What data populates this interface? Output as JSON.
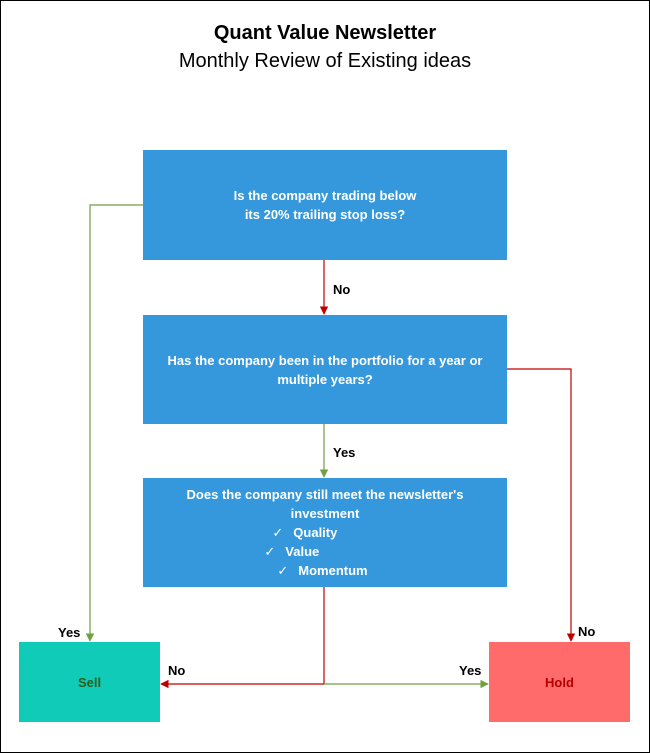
{
  "title": "Quant Value Newsletter",
  "subtitle": "Monthly Review of Existing ideas",
  "nodes": {
    "q1": {
      "line1": "Is the company trading below",
      "line2": "its 20% trailing stop loss?"
    },
    "q2": {
      "line1": "Has the company been in the portfolio for a year or",
      "line2": "multiple years?"
    },
    "q3": {
      "line1": "Does the company still meet the newsletter's",
      "line2": "investment",
      "checks": [
        "Quality",
        "Value",
        "Momentum"
      ],
      "check_mark": "✓"
    },
    "sell": "Sell",
    "hold": "Hold"
  },
  "edges": {
    "q1_sell": "Yes",
    "q1_q2": "No",
    "q2_q3": "Yes",
    "q2_hold": "No",
    "q3_sell": "No",
    "q3_hold": "Yes"
  },
  "colors": {
    "box": "#3598dc",
    "sell": "#10cbb8",
    "hold": "#ff6b6b",
    "yes_line": "#70a040",
    "no_line": "#c00000"
  }
}
